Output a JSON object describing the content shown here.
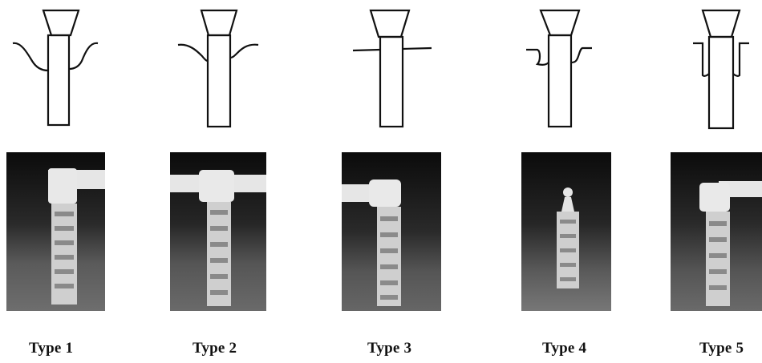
{
  "figure": {
    "types": [
      {
        "label": "Type 1"
      },
      {
        "label": "Type 2"
      },
      {
        "label": "Type 3"
      },
      {
        "label": "Type 4"
      },
      {
        "label": "Type 5"
      }
    ]
  },
  "colors": {
    "line": "#111111",
    "xray_background": "#0d0d0d",
    "implant": "#d9d9d9"
  }
}
